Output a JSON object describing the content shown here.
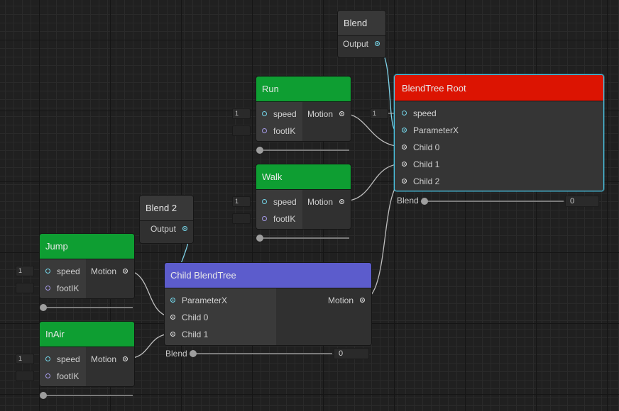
{
  "colors": {
    "green_header": "#0e9e32",
    "red_header": "#dc1402",
    "purple_header": "#5c5ccc",
    "grey_header": "#383838",
    "edge": "#bdbdbd",
    "selected_edge": "#7fd4ea"
  },
  "blend": {
    "title": "Blend",
    "output": "Output"
  },
  "blend2": {
    "title": "Blend 2",
    "output": "Output"
  },
  "run": {
    "title": "Run",
    "speed": "speed",
    "footik": "footIK",
    "motion": "Motion",
    "speed_value": "1"
  },
  "walk": {
    "title": "Walk",
    "speed": "speed",
    "footik": "footIK",
    "motion": "Motion",
    "speed_value": "1"
  },
  "jump": {
    "title": "Jump",
    "speed": "speed",
    "footik": "footIK",
    "motion": "Motion",
    "speed_value": "1"
  },
  "inair": {
    "title": "InAir",
    "speed": "speed",
    "footik": "footIK",
    "motion": "Motion",
    "speed_value": "1"
  },
  "root": {
    "title": "BlendTree Root",
    "speed": "speed",
    "param": "ParameterX",
    "child0": "Child 0",
    "child1": "Child 1",
    "child2": "Child 2",
    "speed_value": "1",
    "blend_label": "Blend",
    "blend_value": "0"
  },
  "child_tree": {
    "title": "Child BlendTree",
    "param": "ParameterX",
    "child0": "Child 0",
    "child1": "Child 1",
    "motion": "Motion",
    "blend_label": "Blend",
    "blend_value": "0"
  }
}
